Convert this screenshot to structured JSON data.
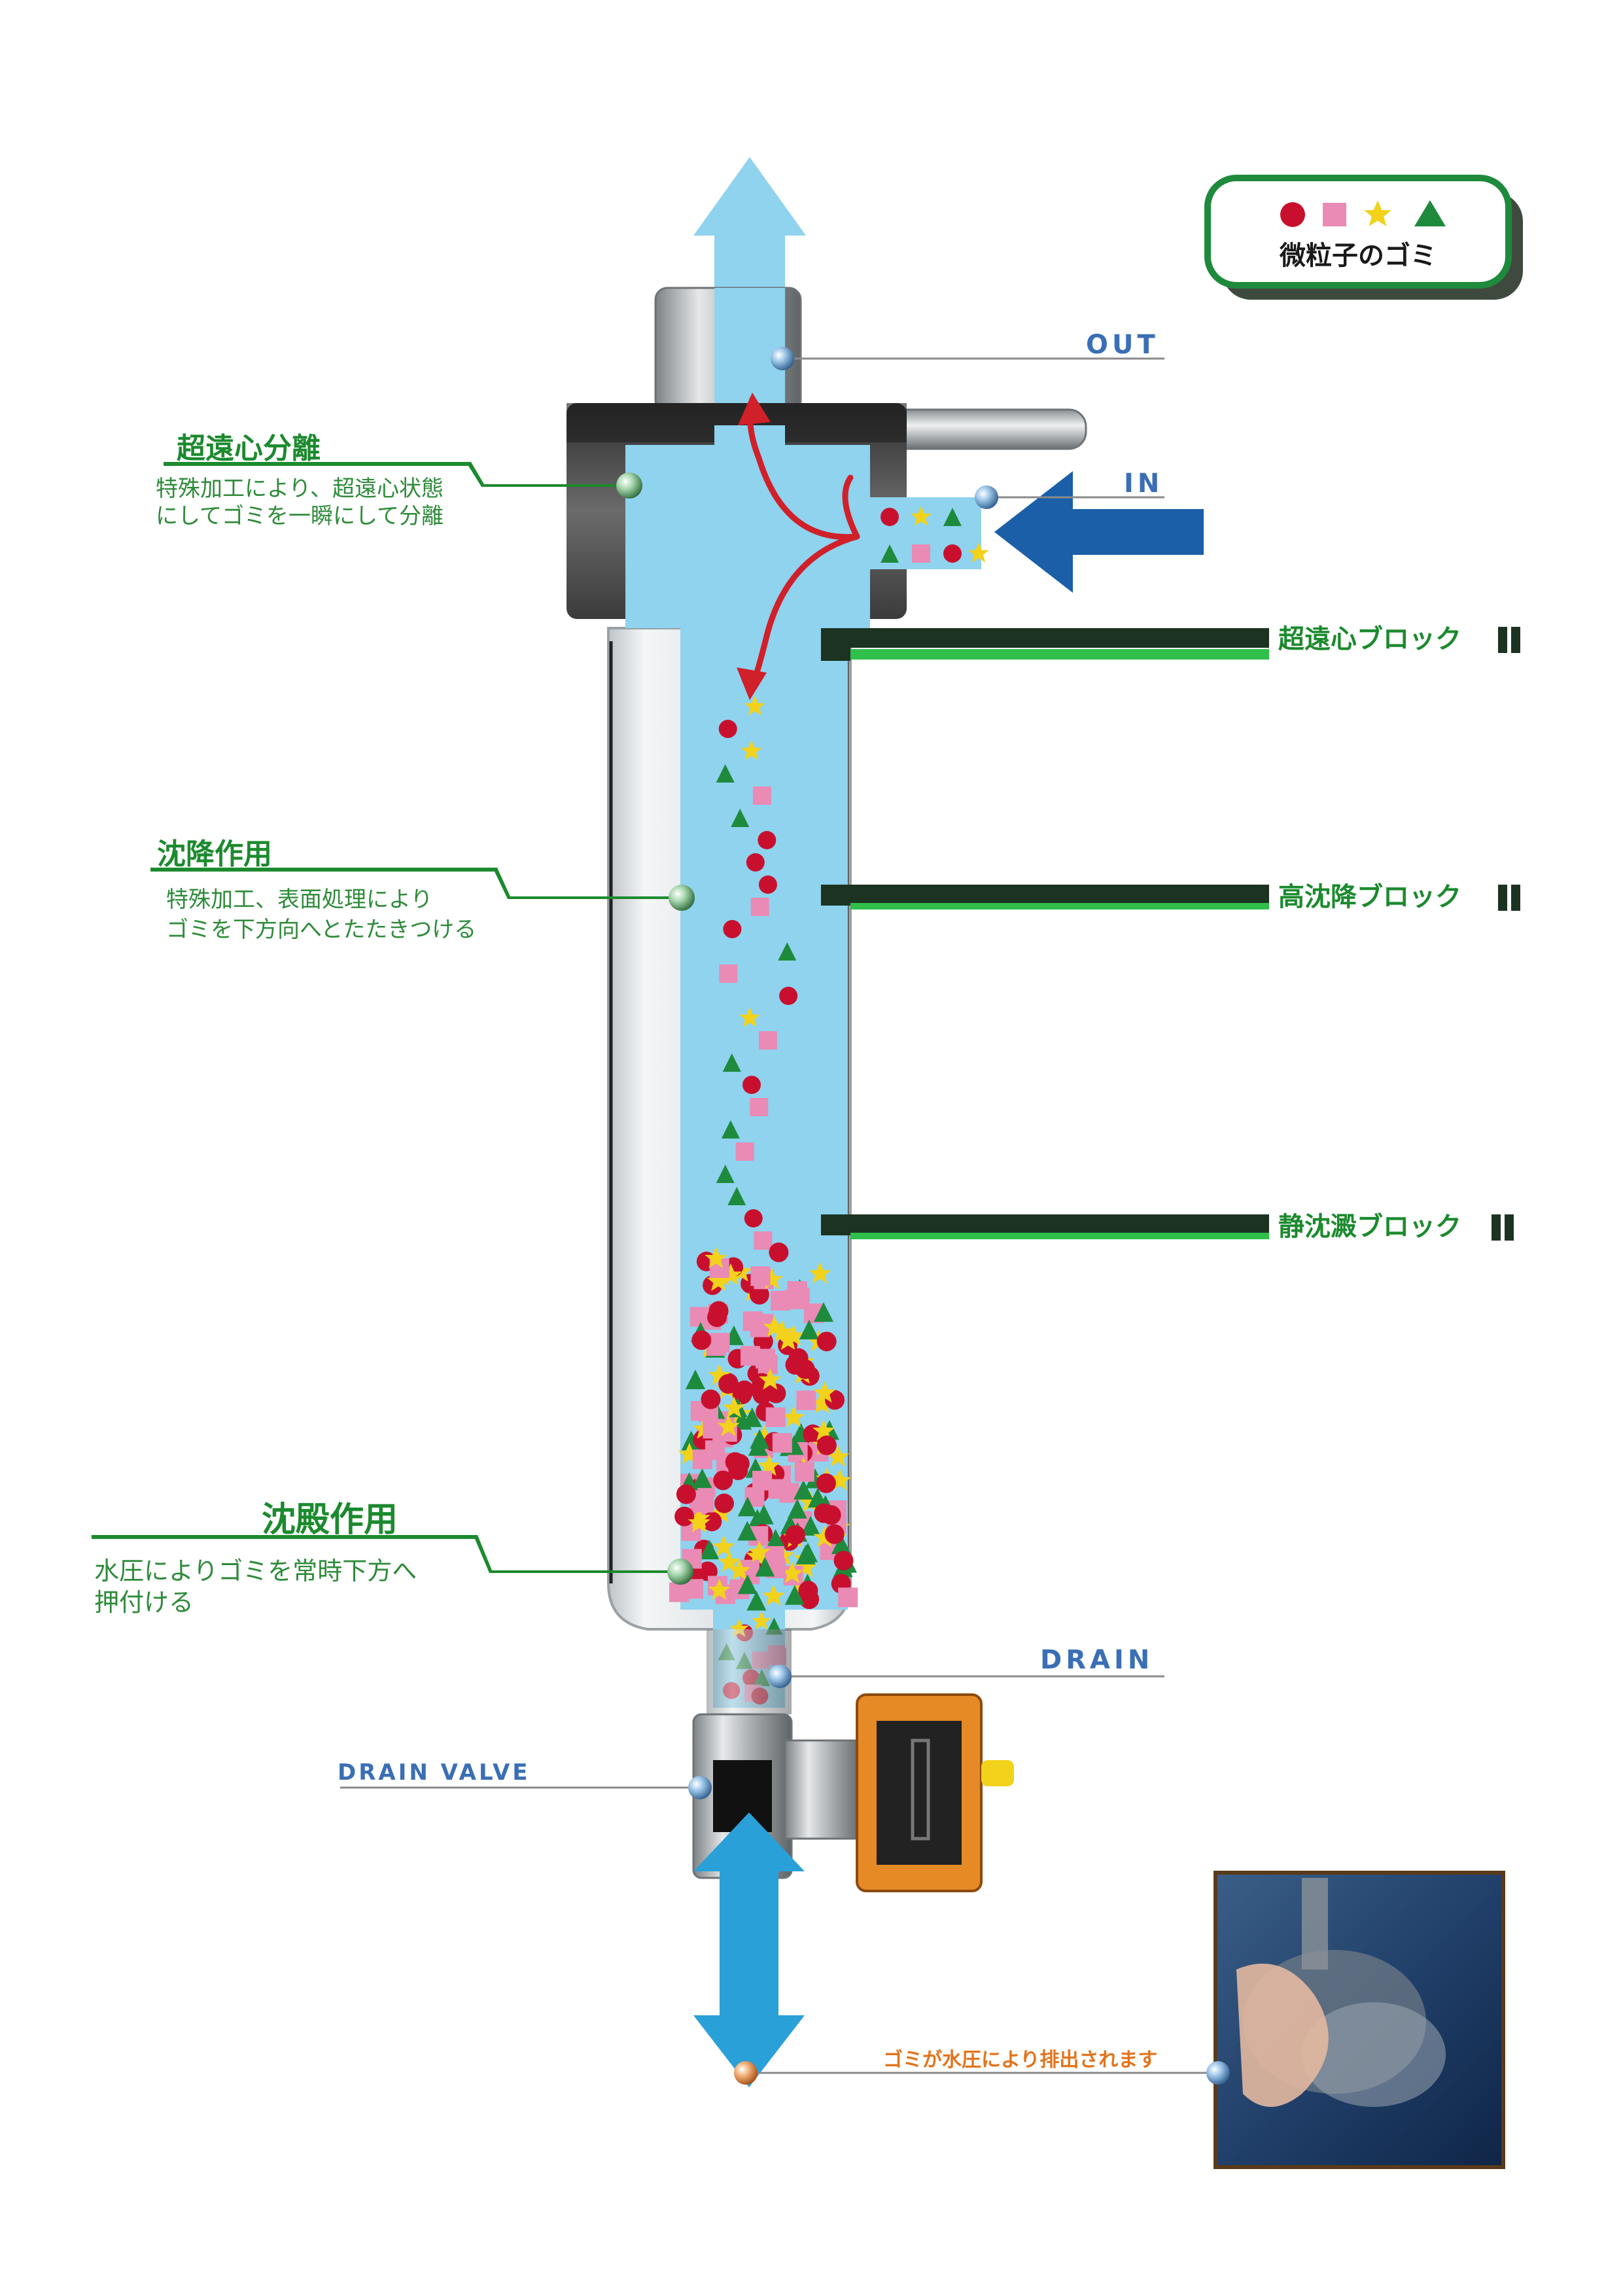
{
  "legend": {
    "label": "微粒子のゴミ",
    "symbols": [
      "red-circle",
      "pink-square",
      "yellow-star",
      "green-triangle"
    ]
  },
  "ports": {
    "out": "OUT",
    "in": "IN",
    "drain": "DRAIN",
    "drain_valve": "DRAIN VALVE"
  },
  "callouts": {
    "centrifugal": {
      "title": "超遠心分離",
      "line1": "特殊加工により、超遠心状態",
      "line2": "にしてゴミを一瞬にして分離"
    },
    "sedimentation": {
      "title": "沈降作用",
      "line1": "特殊加工、表面処理により",
      "line2": "ゴミを下方向へとたたきつける"
    },
    "precipitation": {
      "title": "沈殿作用",
      "line1": "水圧によりゴミを常時下方へ",
      "line2": "押付ける"
    }
  },
  "blocks": {
    "block1": "超遠心ブロック",
    "block2": "高沈降ブロック",
    "block3": "静沈澱ブロック"
  },
  "discharge_caption": "ゴミが水圧により排出されます",
  "colors": {
    "accent_green": "#1c8a2e",
    "flow_blue": "#8fd3ee",
    "arrow_dark_blue": "#1a5fa8",
    "particle_red": "#c8102e",
    "particle_pink": "#e98bb5",
    "particle_yellow": "#f2d21b",
    "particle_green": "#1e8a3c",
    "caption_orange": "#e2741c"
  }
}
